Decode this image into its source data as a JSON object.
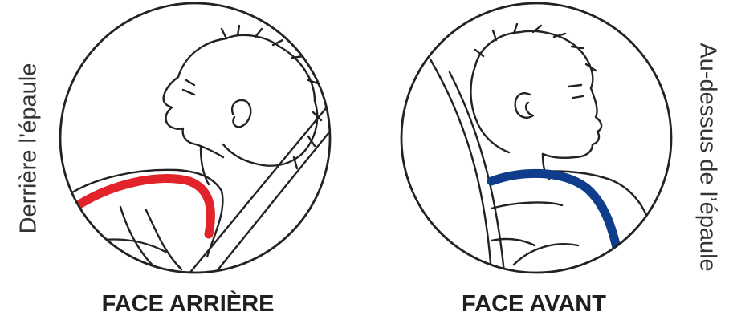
{
  "left_side_label": "Derrière l’épaule",
  "right_side_label": "Au-dessus de l’épaule",
  "rear_caption": "FACE ARRIÈRE",
  "front_caption": "FACE AVANT",
  "colors": {
    "rear_harness": "#e2242a",
    "front_harness": "#0f3d8c",
    "outline": "#222222",
    "text": "#333333"
  },
  "icons": {
    "rear_illustration": "child-rear-facing-harness-behind-shoulder",
    "front_illustration": "child-forward-facing-harness-above-shoulder"
  }
}
